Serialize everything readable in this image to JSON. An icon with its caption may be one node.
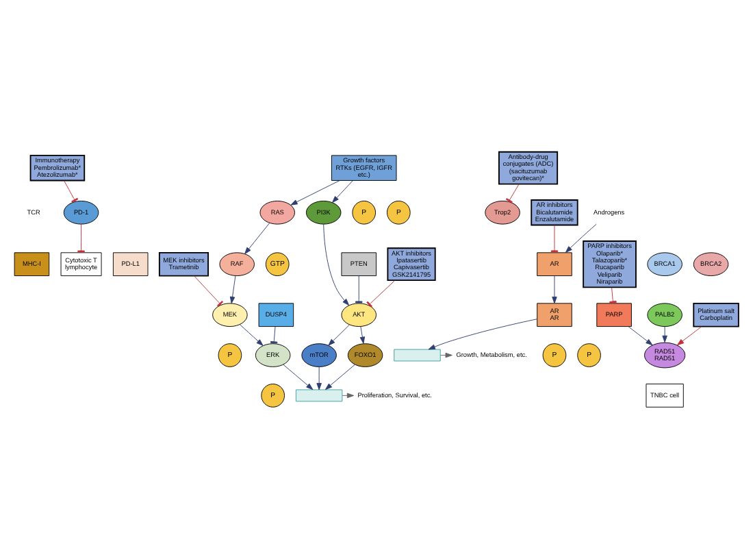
{
  "diagram": {
    "nodes": [
      {
        "text": [
          "Cytotoxic T lymphocyte"
        ]
      },
      {
        "text": [
          "TCR"
        ]
      },
      {
        "text": [
          "MHC-I"
        ]
      },
      {
        "text": [
          "PD-1"
        ]
      },
      {
        "text": [
          "PD-L1"
        ]
      },
      {
        "text": [
          "Immunotherapy",
          "Pembrolizumab* Atezolizumab*"
        ]
      },
      {
        "text": [
          "Growth factors",
          "RTKs (EGFR, IGFR etc.)"
        ]
      },
      {
        "text": [
          "Antibody-drug conjugates (ADC)",
          "(sacituzumab govitecan)*"
        ]
      },
      {
        "text": [
          "Trop2"
        ]
      },
      {
        "text": [
          "PI3K"
        ]
      },
      {
        "text": [
          "RAS"
        ]
      },
      {
        "text": [
          "PTEN"
        ]
      },
      {
        "text": [
          "AKT"
        ]
      },
      {
        "text": [
          "AKT inhibitors",
          "Ipatasertib Capivasertib GSK2141795"
        ]
      },
      {
        "text": [
          "mTOR"
        ]
      },
      {
        "text": [
          "FOXO1"
        ]
      },
      {
        "text": [
          "RAF"
        ]
      },
      {
        "text": [
          "MEK"
        ]
      },
      {
        "text": [
          "MEK inhibitors",
          "Trametinib"
        ]
      },
      {
        "text": [
          "ERK"
        ]
      },
      {
        "text": [
          "DUSP4"
        ]
      },
      {
        "text": [
          "AR inhibitors",
          "Bicalutamide Enzalutamide"
        ]
      },
      {
        "text": [
          "Androgens"
        ]
      },
      {
        "text": [
          "AR"
        ]
      },
      {
        "text": [
          "AR",
          "AR"
        ]
      },
      {
        "text": [
          "PARP inhibitors",
          "Olaparib* Talazoparib* Rucaparib Veliparib Niraparib"
        ]
      },
      {
        "text": [
          "PARP"
        ]
      },
      {
        "text": [
          "BRCA1"
        ]
      },
      {
        "text": [
          "BRCA2"
        ]
      },
      {
        "text": [
          "PALB2"
        ]
      },
      {
        "text": [
          "RAD51",
          "RAD51"
        ]
      },
      {
        "text": [],
        "shape": "box",
        "beside": [
          "Proliferation, Survival, etc."
        ]
      },
      {
        "text": [],
        "shape": "box",
        "beside": [
          "Growth, Metabolism, etc."
        ]
      },
      {
        "text": [
          "Platinum salt",
          "Carboplatin"
        ]
      },
      {
        "text": [
          "TNBC cell"
        ]
      }
    ],
    "edges": [
      {
        "from": 3,
        "to": 0,
        "arrow": "other",
        "color": "#c0303a"
      },
      {
        "from": 5,
        "to": 3,
        "arrow": "other",
        "color": "#c0303a"
      },
      {
        "from": 7,
        "to": 8,
        "arrow": "other",
        "color": "#c0303a"
      },
      {
        "from": 6,
        "to": 9,
        "arrow": "to"
      },
      {
        "from": 6,
        "to": 10,
        "arrow": "to"
      },
      {
        "from": 9,
        "to": 12,
        "arrow": "to"
      },
      {
        "from": 11,
        "to": 12,
        "arrow": "other"
      },
      {
        "from": 13,
        "to": 12,
        "arrow": "other",
        "color": "#c0303a"
      },
      {
        "from": 12,
        "to": 14,
        "arrow": "to"
      },
      {
        "from": 12,
        "to": 15,
        "arrow": "to"
      },
      {
        "from": 14,
        "to": 31,
        "arrow": "to"
      },
      {
        "from": 15,
        "to": 31,
        "arrow": "to"
      },
      {
        "from": 10,
        "to": 16,
        "arrow": "to"
      },
      {
        "from": 16,
        "to": 17,
        "arrow": "to"
      },
      {
        "from": 18,
        "to": 17,
        "arrow": "other",
        "color": "#c0303a"
      },
      {
        "from": 17,
        "to": 19,
        "arrow": "to"
      },
      {
        "from": 20,
        "to": 19,
        "arrow": "other"
      },
      {
        "from": 19,
        "to": 31,
        "arrow": "to"
      },
      {
        "from": 22,
        "to": 23,
        "arrow": "to"
      },
      {
        "from": 21,
        "to": 23,
        "arrow": "other",
        "color": "#c0303a"
      },
      {
        "from": 23,
        "to": 24,
        "arrow": "to"
      },
      {
        "from": 24,
        "to": 32,
        "arrow": "to"
      },
      {
        "from": 25,
        "to": 26,
        "arrow": "other",
        "color": "#c0303a"
      },
      {
        "from": 26,
        "to": 30,
        "arrow": "to"
      },
      {
        "from": 29,
        "to": 30,
        "arrow": "to"
      },
      {
        "from": 33,
        "to": 30,
        "arrow": "to",
        "color": "#c0303a"
      }
    ],
    "labels": [
      "GTP",
      "P",
      "P",
      "P",
      "P",
      "P",
      "P"
    ]
  }
}
